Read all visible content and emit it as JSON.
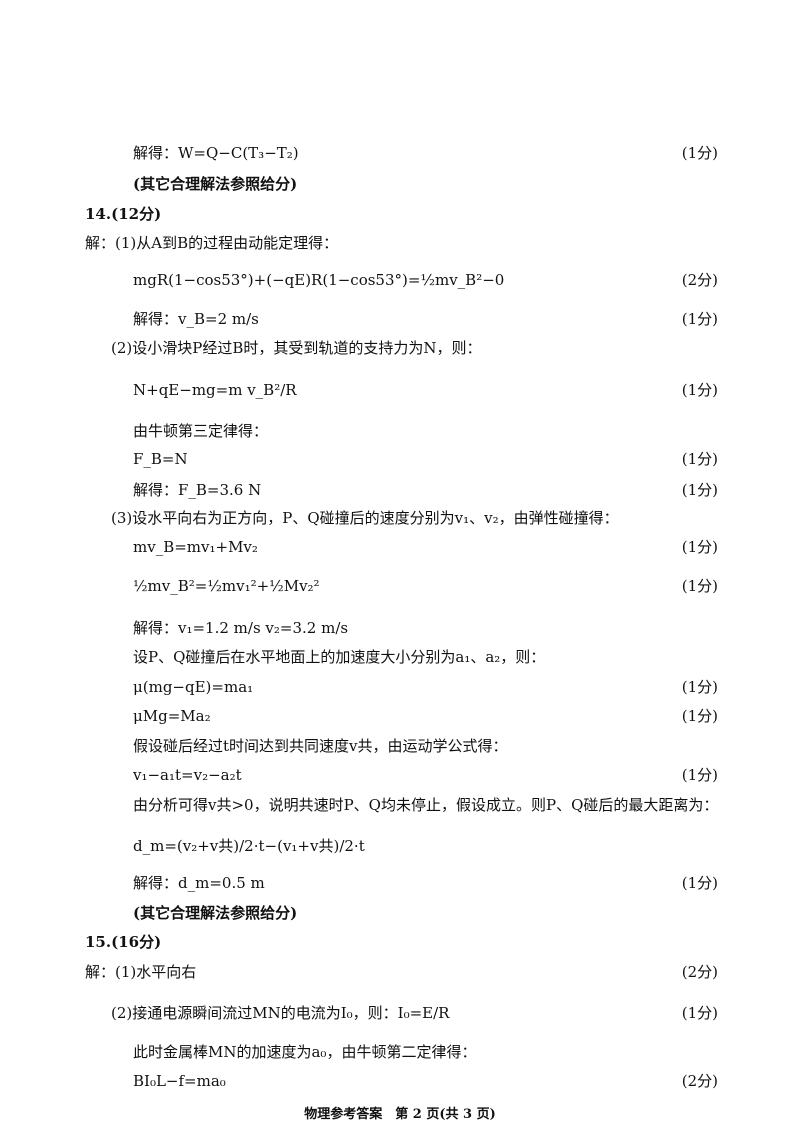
{
  "lines": [
    {
      "text": "解得：W=Q−C(T₃−T₂)",
      "score": "(1分)"
    },
    {
      "text": "(其它合理解法参照给分)"
    },
    {
      "text": "14.(12分)"
    },
    {
      "text": "解：(1)从A到B的过程由动能定理得："
    },
    {
      "text": "mgR(1−cos53°)+(−qE)R(1−cos53°)=½mv_B²−0",
      "score": "(2分)"
    },
    {
      "text": "解得：v_B=2 m/s",
      "score": "(1分)"
    },
    {
      "text": "(2)设小滑块P经过B时，其受到轨道的支持力为N，则："
    },
    {
      "text": "N+qE−mg=m v_B²/R",
      "score": "(1分)"
    },
    {
      "text": "由牛顿第三定律得："
    },
    {
      "text": "F_B=N",
      "score": "(1分)"
    },
    {
      "text": "解得：F_B=3.6 N",
      "score": "(1分)"
    },
    {
      "text": "(3)设水平向右为正方向，P、Q碰撞后的速度分别为v₁、v₂，由弹性碰撞得："
    },
    {
      "text": "mv_B=mv₁+Mv₂",
      "score": "(1分)"
    },
    {
      "text": "½mv_B²=½mv₁²+½Mv₂²",
      "score": "(1分)"
    },
    {
      "text": "解得：v₁=1.2 m/s    v₂=3.2 m/s"
    },
    {
      "text": "设P、Q碰撞后在水平地面上的加速度大小分别为a₁、a₂，则："
    },
    {
      "text": "μ(mg−qE)=ma₁",
      "score": "(1分)"
    },
    {
      "text": "μMg=Ma₂",
      "score": "(1分)"
    },
    {
      "text": "假设碰后经过t时间达到共同速度v共，由运动学公式得："
    },
    {
      "text": "v₁−a₁t=v₂−a₂t",
      "score": "(1分)"
    },
    {
      "text": "由分析可得v共>0，说明共速时P、Q均未停止，假设成立。则P、Q碰后的最大距离为："
    },
    {
      "text": "d_m=(v₂+v共)/2·t−(v₁+v共)/2·t"
    },
    {
      "text": "解得：d_m=0.5 m",
      "score": "(1分)"
    },
    {
      "text": "(其它合理解法参照给分)"
    },
    {
      "text": "15.(16分)"
    },
    {
      "text": "解：(1)水平向右",
      "score": "(2分)"
    },
    {
      "text": "(2)接通电源瞬间流过MN的电流为I₀，则：I₀=E/R",
      "score": "(1分)"
    },
    {
      "text": "此时金属棒MN的加速度为a₀，由牛顿第二定律得："
    },
    {
      "text": "BI₀L−f=ma₀",
      "score": "(2分)"
    }
  ],
  "footer": "物理参考答案　第 2 页(共 3 页)"
}
